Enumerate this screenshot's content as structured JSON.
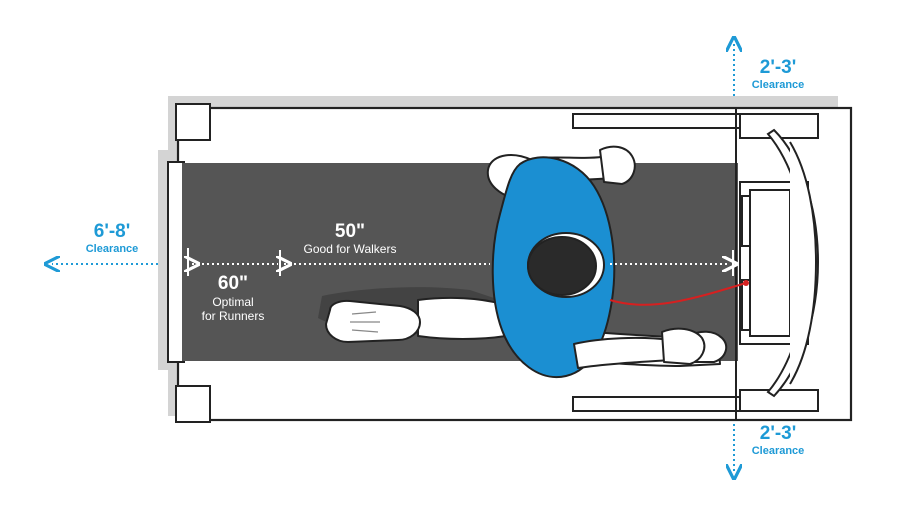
{
  "labels": {
    "top_clearance_value": "2'-3'",
    "top_clearance_word": "Clearance",
    "bottom_clearance_value": "2'-3'",
    "bottom_clearance_word": "Clearance",
    "rear_clearance_value": "6'-8'",
    "rear_clearance_word": "Clearance",
    "walkers_length": "50\"",
    "walkers_text": "Good for Walkers",
    "runners_length": "60\"",
    "runners_text_line1": "Optimal",
    "runners_text_line2": "for Runners"
  },
  "colors": {
    "accent_blue": "#1e9ad6",
    "belt": "#555555",
    "frame_outline": "#222222",
    "shirt": "#1b8fd2",
    "safety_cord": "#d62020",
    "shadow": "#d4d4d4"
  }
}
